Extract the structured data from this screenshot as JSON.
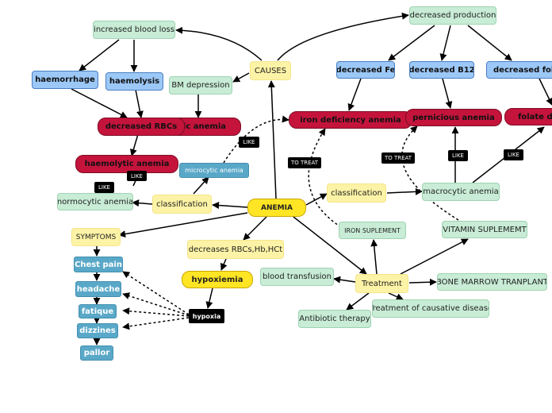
{
  "diagram": {
    "center": "ANEMIA",
    "nodes": {
      "decreased_production": "decreased production",
      "increased_blood_loss": "increased blood loss",
      "haemorrhage": "haemorrhage",
      "haemolysis": "haemolysis",
      "bm_depression": "BM depression",
      "causes": "CAUSES",
      "decreased_fe": "decreased Fe",
      "decreased_b12": "decreased B12",
      "decreased_folic": "decreased folic acid",
      "decreased_rbcs": "decreased RBCs",
      "aplastic_anemia": "aplastic anemia",
      "iron_deficiency": "iron deficiency anemia",
      "pernicious": "pernicious anemia",
      "folate_deficiency": "folate deficiency anemia",
      "haemolytic": "haemolytic anemia",
      "microcytic": "microcytic anemia",
      "normocytic": "normocytic anemia",
      "classification_left": "classification",
      "classification_right": "classification",
      "macrocytic": "macrocytic anemia",
      "symptoms": "SYMPTOMS",
      "chest_pain": "Chest pain",
      "headache": "headache",
      "fatigue": "fatique",
      "dizziness": "dizzines",
      "pallor": "pallor",
      "decreases_rbc": "decreases RBCs,Hb,HCt",
      "hypoxiemia": "hypoxiemia",
      "hypoxia": "hypoxia",
      "blood_transfusion": "blood transfusion",
      "treatment": "Treatment",
      "bone_marrow": "BONE MARROW TRANPLANT",
      "iron_supplement": "IRON SUPLEMENT",
      "vitamin_supplement": "VITAMIN SUPLEMEMT",
      "antibiotic": "Antibiotic therapy",
      "treat_cause": "Treatment of causative disease"
    },
    "link_labels": {
      "like_microcytic": "LIKE",
      "like_normocytic": "LIKE",
      "like_haemolytic": "LIKE",
      "like_pernicious": "LIKE",
      "like_folate": "LIKE",
      "to_treat_iron": "TO TREAT",
      "to_treat_vitamin": "TO TREAT"
    }
  },
  "colors": {
    "green": "#c8ecd5",
    "blue": "#9cc8f7",
    "light_yellow": "#fdf3a6",
    "yellow": "#ffe524",
    "red": "#c4143c",
    "teal": "#5aa8c8",
    "tag": "#000000"
  }
}
